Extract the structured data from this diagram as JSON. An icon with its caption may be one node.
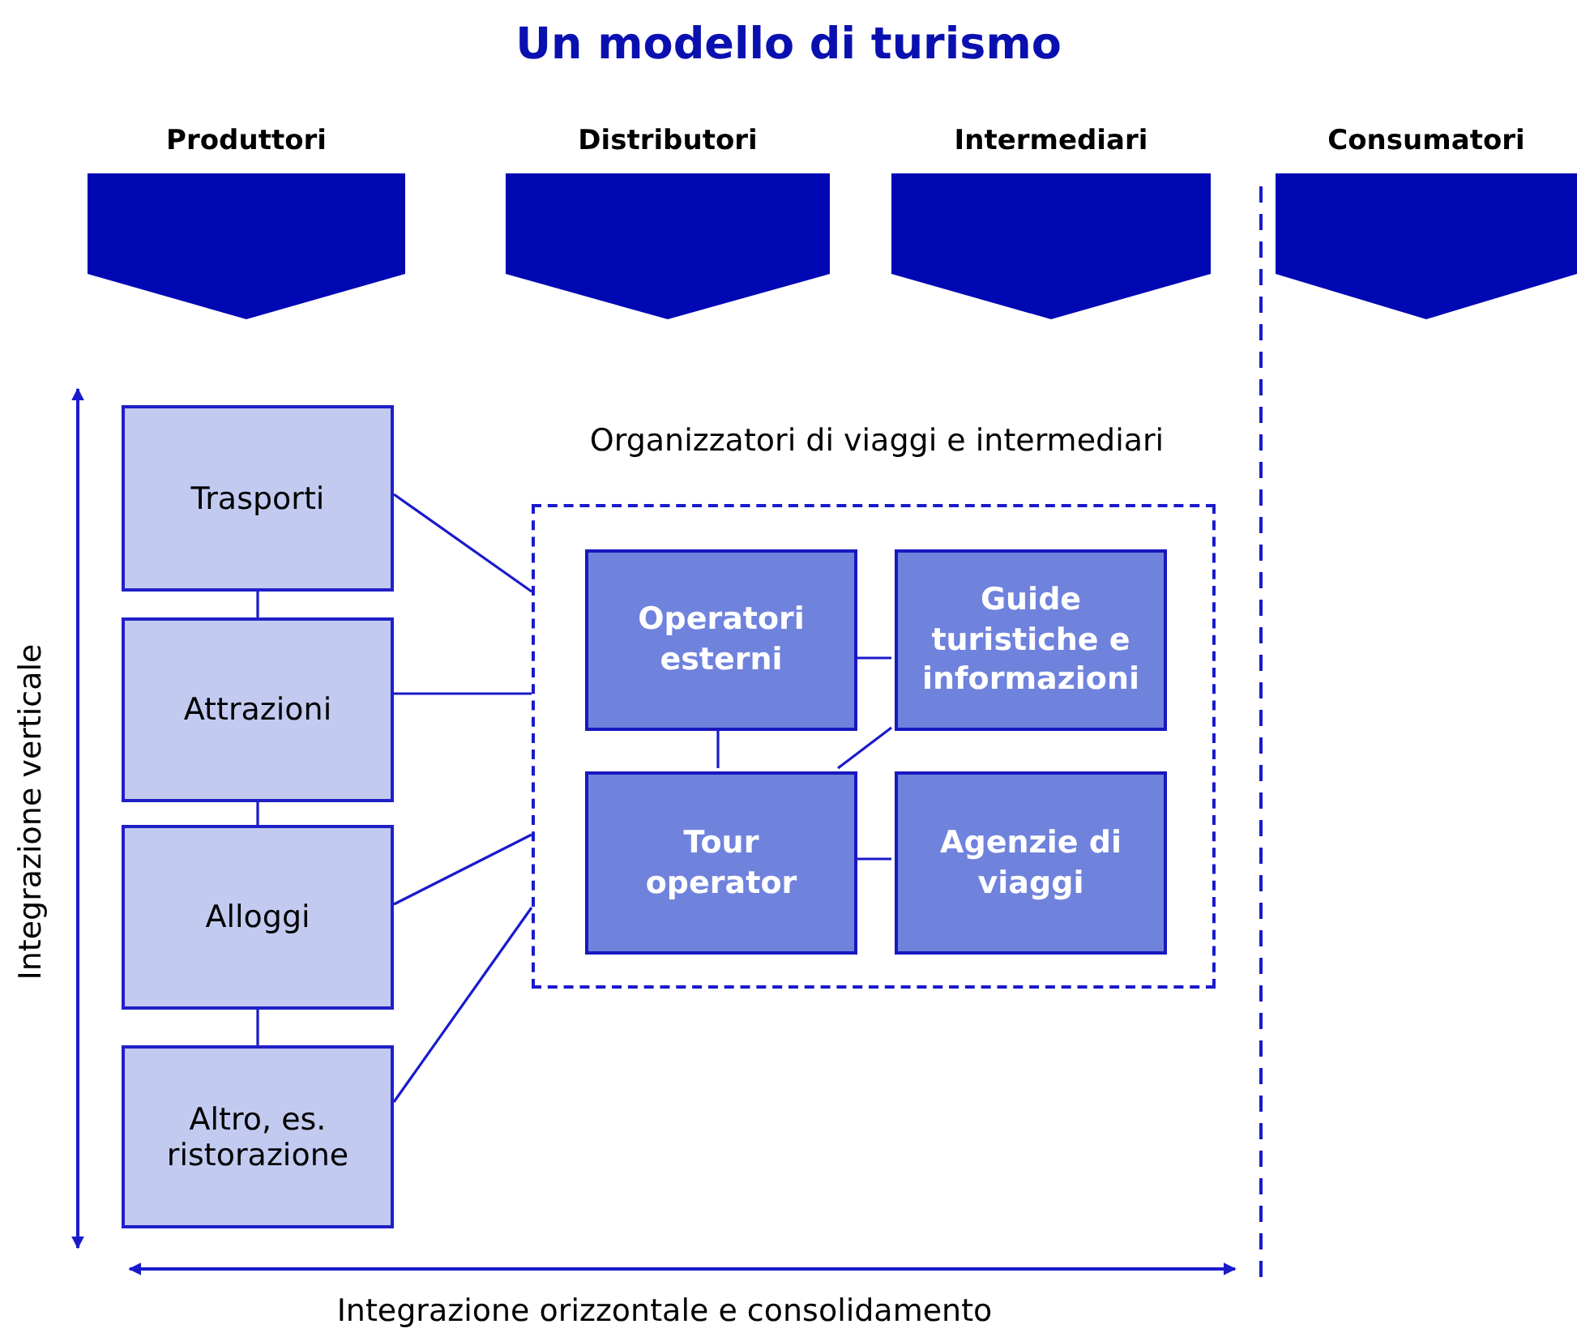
{
  "diagram": {
    "title": "Un modello di turismo",
    "nodes": [
      {
        "text": [
          "Produttori"
        ]
      },
      {
        "text": [
          "Distributori"
        ]
      },
      {
        "text": [
          "Intermediari"
        ]
      },
      {
        "text": [
          "Consumatori"
        ]
      },
      {
        "text": [
          "Trasporti"
        ]
      },
      {
        "text": [
          "Attrazioni"
        ]
      },
      {
        "text": [
          "Alloggi"
        ]
      },
      {
        "text": [
          "Altro, es. ristorazione"
        ]
      },
      {
        "text": [
          "Organizzatori di viaggi e intermediari"
        ]
      },
      {
        "text": [
          "Operatori esterni"
        ],
        "in": 8
      },
      {
        "text": [
          "Guide turistiche e informazioni"
        ],
        "in": 8
      },
      {
        "text": [
          "Tour operator"
        ],
        "in": 8
      },
      {
        "text": [
          "Agenzie di viaggi"
        ],
        "in": 8
      }
    ],
    "edges": [
      {
        "from": 4,
        "to": 5,
        "arrow": "none"
      },
      {
        "from": 5,
        "to": 6,
        "arrow": "none"
      },
      {
        "from": 6,
        "to": 7,
        "arrow": "none"
      },
      {
        "from": 4,
        "to": 8,
        "arrow": "none"
      },
      {
        "from": 5,
        "to": 8,
        "arrow": "none"
      },
      {
        "from": 6,
        "to": 8,
        "arrow": "none"
      },
      {
        "from": 7,
        "to": 8,
        "arrow": "none"
      },
      {
        "from": 9,
        "to": 10,
        "arrow": "none"
      },
      {
        "from": 9,
        "to": 11,
        "arrow": "none"
      },
      {
        "from": 11,
        "to": 10,
        "arrow": "none"
      },
      {
        "from": 11,
        "to": 12,
        "arrow": "none"
      }
    ],
    "labels": [
      "Integrazione verticale",
      "Integrazione orizzontale e consolidamento"
    ]
  }
}
